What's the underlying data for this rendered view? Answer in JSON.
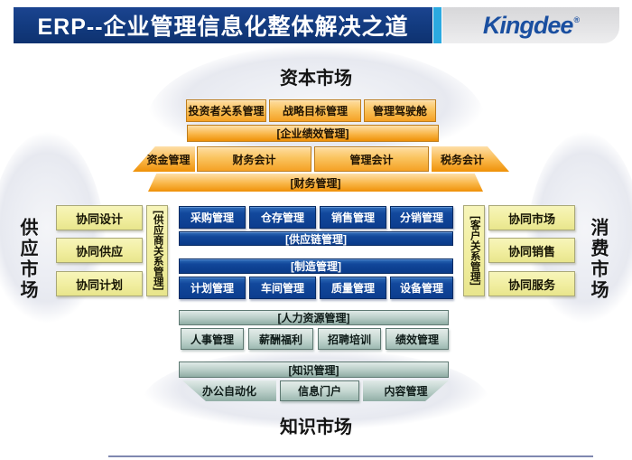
{
  "header": {
    "title": "ERP--企业管理信息化整体解决之道",
    "brand": "Kingdee",
    "brand_mark": "®"
  },
  "markets": {
    "capital": "资本市场",
    "supply": "供应市场",
    "consumer": "消费市场",
    "knowledge": "知识市场"
  },
  "performance": {
    "buttons": [
      "投资者关系管理",
      "战略目标管理",
      "管理驾驶舱"
    ],
    "bar": "[企业绩效管理]"
  },
  "finance": {
    "buttons": [
      "资金管理",
      "财务会计",
      "管理会计",
      "税务会计"
    ],
    "bar": "[财务管理]"
  },
  "supplier_collab": {
    "buttons": [
      "协同设计",
      "协同供应",
      "协同计划"
    ],
    "bar": "[供应商关系管理]"
  },
  "customer_collab": {
    "bar": "[客户关系管理]",
    "buttons": [
      "协同市场",
      "协同销售",
      "协同服务"
    ]
  },
  "supply_chain": {
    "buttons": [
      "采购管理",
      "仓存管理",
      "销售管理",
      "分销管理"
    ],
    "bar": "[供应链管理]"
  },
  "manufacturing": {
    "bar": "[制造管理]",
    "buttons": [
      "计划管理",
      "车间管理",
      "质量管理",
      "设备管理"
    ]
  },
  "hr": {
    "bar": "[人力资源管理]",
    "buttons": [
      "人事管理",
      "薪酬福利",
      "招聘培训",
      "绩效管理"
    ]
  },
  "knowledge_mgmt": {
    "bar": "[知识管理]",
    "buttons": [
      "办公自动化",
      "信息门户",
      "内容管理"
    ]
  },
  "colors": {
    "header_navy": "#123a7e",
    "header_cyan": "#2ba9e0",
    "brand_blue": "#1a4fa0",
    "orange": "#f5a125",
    "pale_yellow": "#f1eea0",
    "deep_blue": "#0d4496",
    "teal": "#b7ccc6",
    "footer_line": "#7f88b0"
  }
}
